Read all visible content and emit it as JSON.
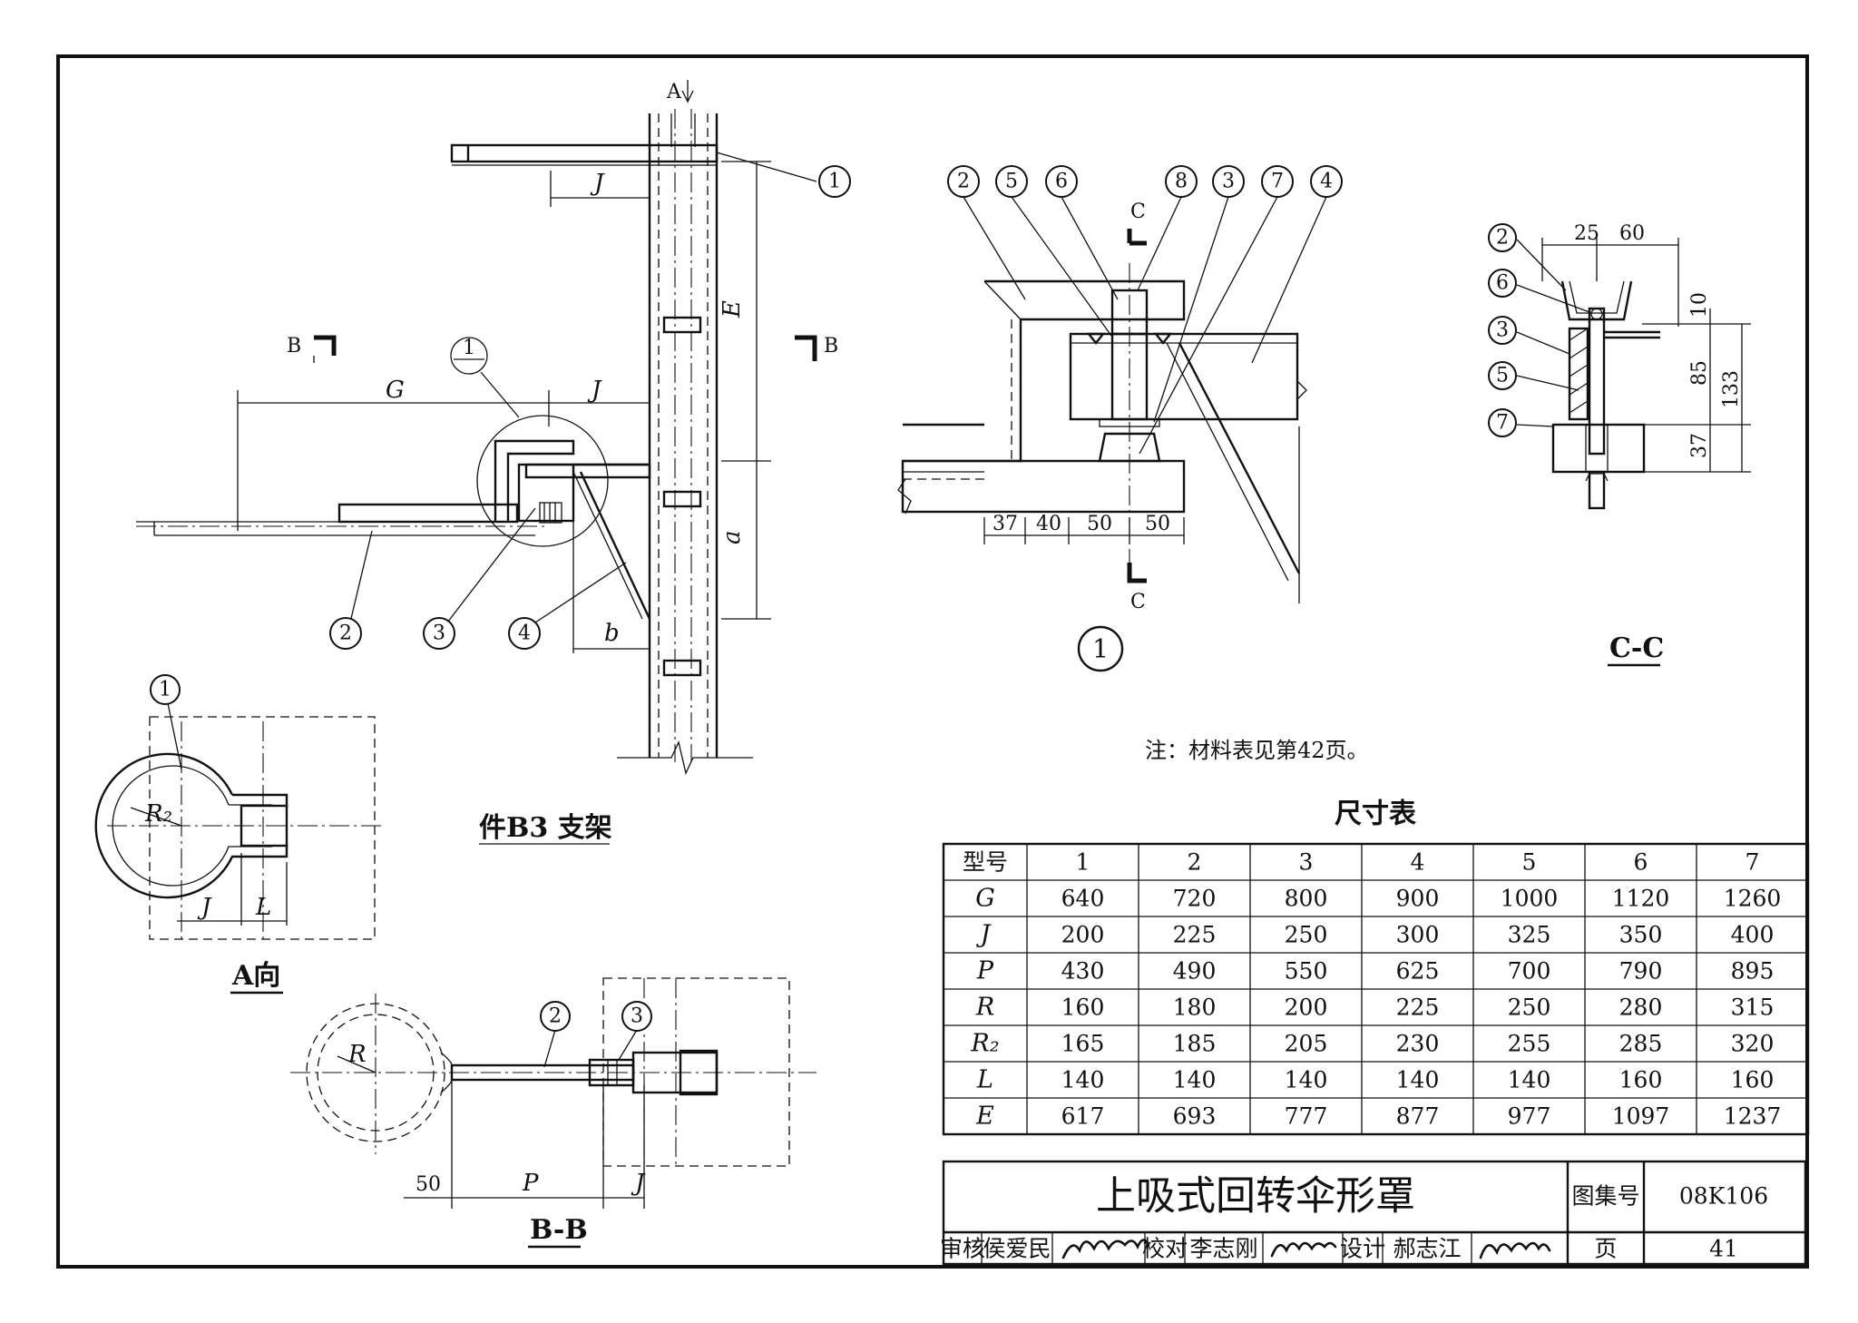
{
  "title_block": {
    "drawing_title": "上吸式回转伞形罩",
    "atlas_label": "图集号",
    "atlas_number": "08K106",
    "page_label": "页",
    "page_number": "41",
    "review_label": "审核",
    "reviewer": "侯爱民",
    "check_label": "校对",
    "checker": "李志刚",
    "design_label": "设计",
    "designer": "郝志江"
  },
  "note": "注：材料表见第42页。",
  "views": {
    "bracket_caption": "件B3 支架",
    "view_a_caption": "A向",
    "section_bb_caption": "B-B",
    "section_cc_caption": "C-C",
    "detail_number": "1",
    "detail_ref_top": "1",
    "detail_ref_bottom": "—"
  },
  "markers": {
    "a": "A",
    "b": "B",
    "c": "C"
  },
  "dimension_labels": {
    "G": "G",
    "J": "J",
    "E": "E",
    "a": "a",
    "b": "b",
    "R": "R",
    "R2": "R₂",
    "L": "L",
    "P": "P",
    "d37": "37",
    "d40": "40",
    "d50a": "50",
    "d50b": "50",
    "d25": "25",
    "d60": "60",
    "d10": "10",
    "d85": "85",
    "d133": "133",
    "d37b": "37",
    "d50c": "50"
  },
  "balloons": [
    "1",
    "2",
    "3",
    "4",
    "5",
    "6",
    "7",
    "8"
  ],
  "dimension_table": {
    "caption": "尺寸表",
    "header_label": "型号",
    "models": [
      "1",
      "2",
      "3",
      "4",
      "5",
      "6",
      "7"
    ],
    "rows": [
      {
        "param": "G",
        "values": [
          "640",
          "720",
          "800",
          "900",
          "1000",
          "1120",
          "1260"
        ]
      },
      {
        "param": "J",
        "values": [
          "200",
          "225",
          "250",
          "300",
          "325",
          "350",
          "400"
        ]
      },
      {
        "param": "P",
        "values": [
          "430",
          "490",
          "550",
          "625",
          "700",
          "790",
          "895"
        ]
      },
      {
        "param": "R",
        "values": [
          "160",
          "180",
          "200",
          "225",
          "250",
          "280",
          "315"
        ]
      },
      {
        "param": "R₂",
        "values": [
          "165",
          "185",
          "205",
          "230",
          "255",
          "285",
          "320"
        ]
      },
      {
        "param": "L",
        "values": [
          "140",
          "140",
          "140",
          "140",
          "140",
          "160",
          "160"
        ]
      },
      {
        "param": "E",
        "values": [
          "617",
          "693",
          "777",
          "877",
          "977",
          "1097",
          "1237"
        ]
      }
    ]
  }
}
